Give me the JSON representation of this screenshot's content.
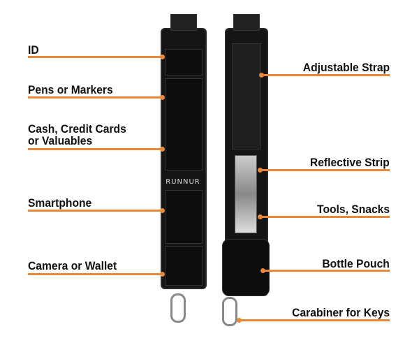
{
  "left_labels": [
    {
      "text": "ID"
    },
    {
      "text": "Pens or Markers"
    },
    {
      "text": "Cash, Credit Cards",
      "text2": "or Valuables"
    },
    {
      "text": "Smartphone"
    },
    {
      "text": "Camera or Wallet"
    }
  ],
  "right_labels": [
    {
      "text": "Adjustable Strap"
    },
    {
      "text": "Reflective Strip"
    },
    {
      "text": "Tools, Snacks"
    },
    {
      "text": "Bottle Pouch"
    },
    {
      "text": "Carabiner for Keys"
    }
  ],
  "brand_logo": "RUNNUR",
  "colors": {
    "accent": "#e8883a",
    "product": "#151515"
  }
}
